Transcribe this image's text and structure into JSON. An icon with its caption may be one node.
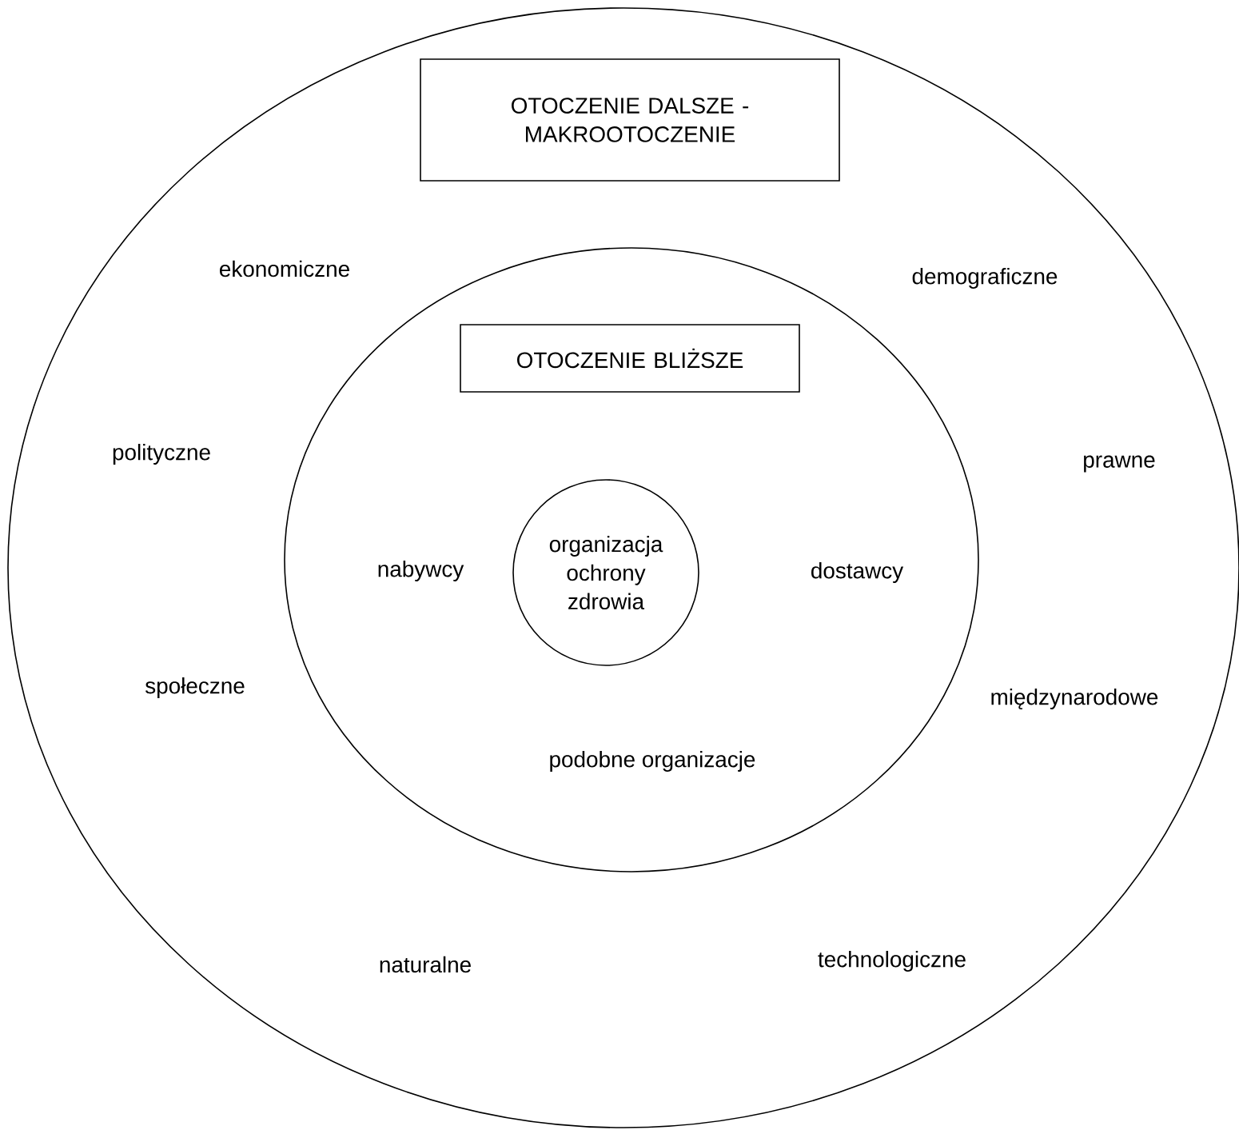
{
  "diagram": {
    "nodes": [
      {
        "text": [
          "ekonomiczne",
          "demograficzne",
          "polityczne",
          "prawne",
          "społeczne",
          "międzynarodowe",
          "naturalne",
          "technologiczne"
        ]
      },
      {
        "text": [
          "OTOCZENIE DALSZE - MAKROOTOCZENIE"
        ],
        "in": 0
      },
      {
        "text": [
          "nabywcy",
          "dostawcy",
          "podobne organizacje"
        ],
        "in": 0
      },
      {
        "text": [
          "OTOCZENIE BLIŻSZE"
        ],
        "in": 2
      },
      {
        "text": [
          "organizacja ochrony zdrowia"
        ],
        "in": 2
      }
    ]
  }
}
